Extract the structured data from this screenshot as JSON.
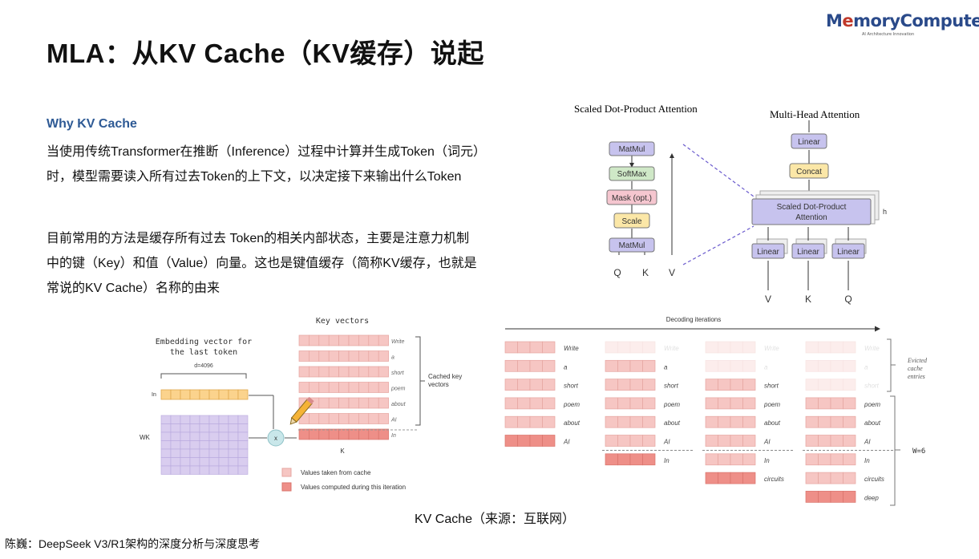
{
  "title": "MLA：从KV Cache（KV缓存）说起",
  "logo": {
    "prefix": "M",
    "highlight": "e",
    "suffix": "moryCompute",
    "tagline": "AI Architecture Innovation"
  },
  "section": {
    "heading": "Why KV Cache",
    "paragraph1": "当使用传统Transformer在推断（Inference）过程中计算并生成Token（词元）时，模型需要读入所有过去Token的上下文，以决定接下来输出什么Token",
    "paragraph2": "目前常用的方法是缓存所有过去 Token的相关内部状态，主要是注意力机制中的键（Key）和值（Value）向量。这也是键值缓存（简称KV缓存，也就是常说的KV Cache）名称的由来"
  },
  "sdpa": {
    "title": "Scaled Dot-Product Attention",
    "blocks": [
      "MatMul",
      "SoftMax",
      "Mask (opt.)",
      "Scale",
      "MatMul"
    ],
    "inputs": [
      "Q",
      "K",
      "V"
    ]
  },
  "mha": {
    "title": "Multi-Head Attention",
    "linear_top": "Linear",
    "concat": "Concat",
    "sdpa_line1": "Scaled Dot-Product",
    "sdpa_line2": "Attention",
    "h_label": "h",
    "linear_inputs": [
      "Linear",
      "Linear",
      "Linear"
    ],
    "inputs": [
      "V",
      "K",
      "Q"
    ]
  },
  "kv_diagram": {
    "embed_line1": "Embedding vector for",
    "embed_line2": "the last token",
    "dim_label": "d=4096",
    "in_label": "In",
    "wk_label": "WK",
    "mult_symbol": "x",
    "key_vectors_label": "Key vectors",
    "k_label": "K",
    "tokens": [
      "Write",
      "a",
      "short",
      "poem",
      "about",
      "AI"
    ],
    "new_token": "In",
    "cached_label_line1": "Cached key",
    "cached_label_line2": "vectors",
    "legend": [
      "Values taken from cache",
      "Values computed during this iteration"
    ]
  },
  "decoding": {
    "title": "Decoding iterations",
    "columns": [
      [
        "Write",
        "a",
        "short",
        "poem",
        "about",
        "AI"
      ],
      [
        "Write",
        "a",
        "short",
        "poem",
        "about",
        "AI",
        "In"
      ],
      [
        "Write",
        "a",
        "short",
        "poem",
        "about",
        "AI",
        "In",
        "circuits"
      ],
      [
        "Write",
        "a",
        "short",
        "poem",
        "about",
        "AI",
        "In",
        "circuits",
        "deep"
      ]
    ],
    "evicted_line1": "Evicted",
    "evicted_line2": "cache",
    "evicted_line3": "entries",
    "window_label": "W=6"
  },
  "caption": "KV Cache（来源：互联网）",
  "footer": "陈巍：DeepSeek V3/R1架构的深度分析与深度思考",
  "colors": {
    "heading_blue": "#2e5a95",
    "cache_cell": "#f6c6c3",
    "computed_cell": "#ee8f88",
    "embed_cell": "#fbd38d",
    "wk_cell": "#d9cdef",
    "mha_sdpa": "#c7c3ee"
  }
}
